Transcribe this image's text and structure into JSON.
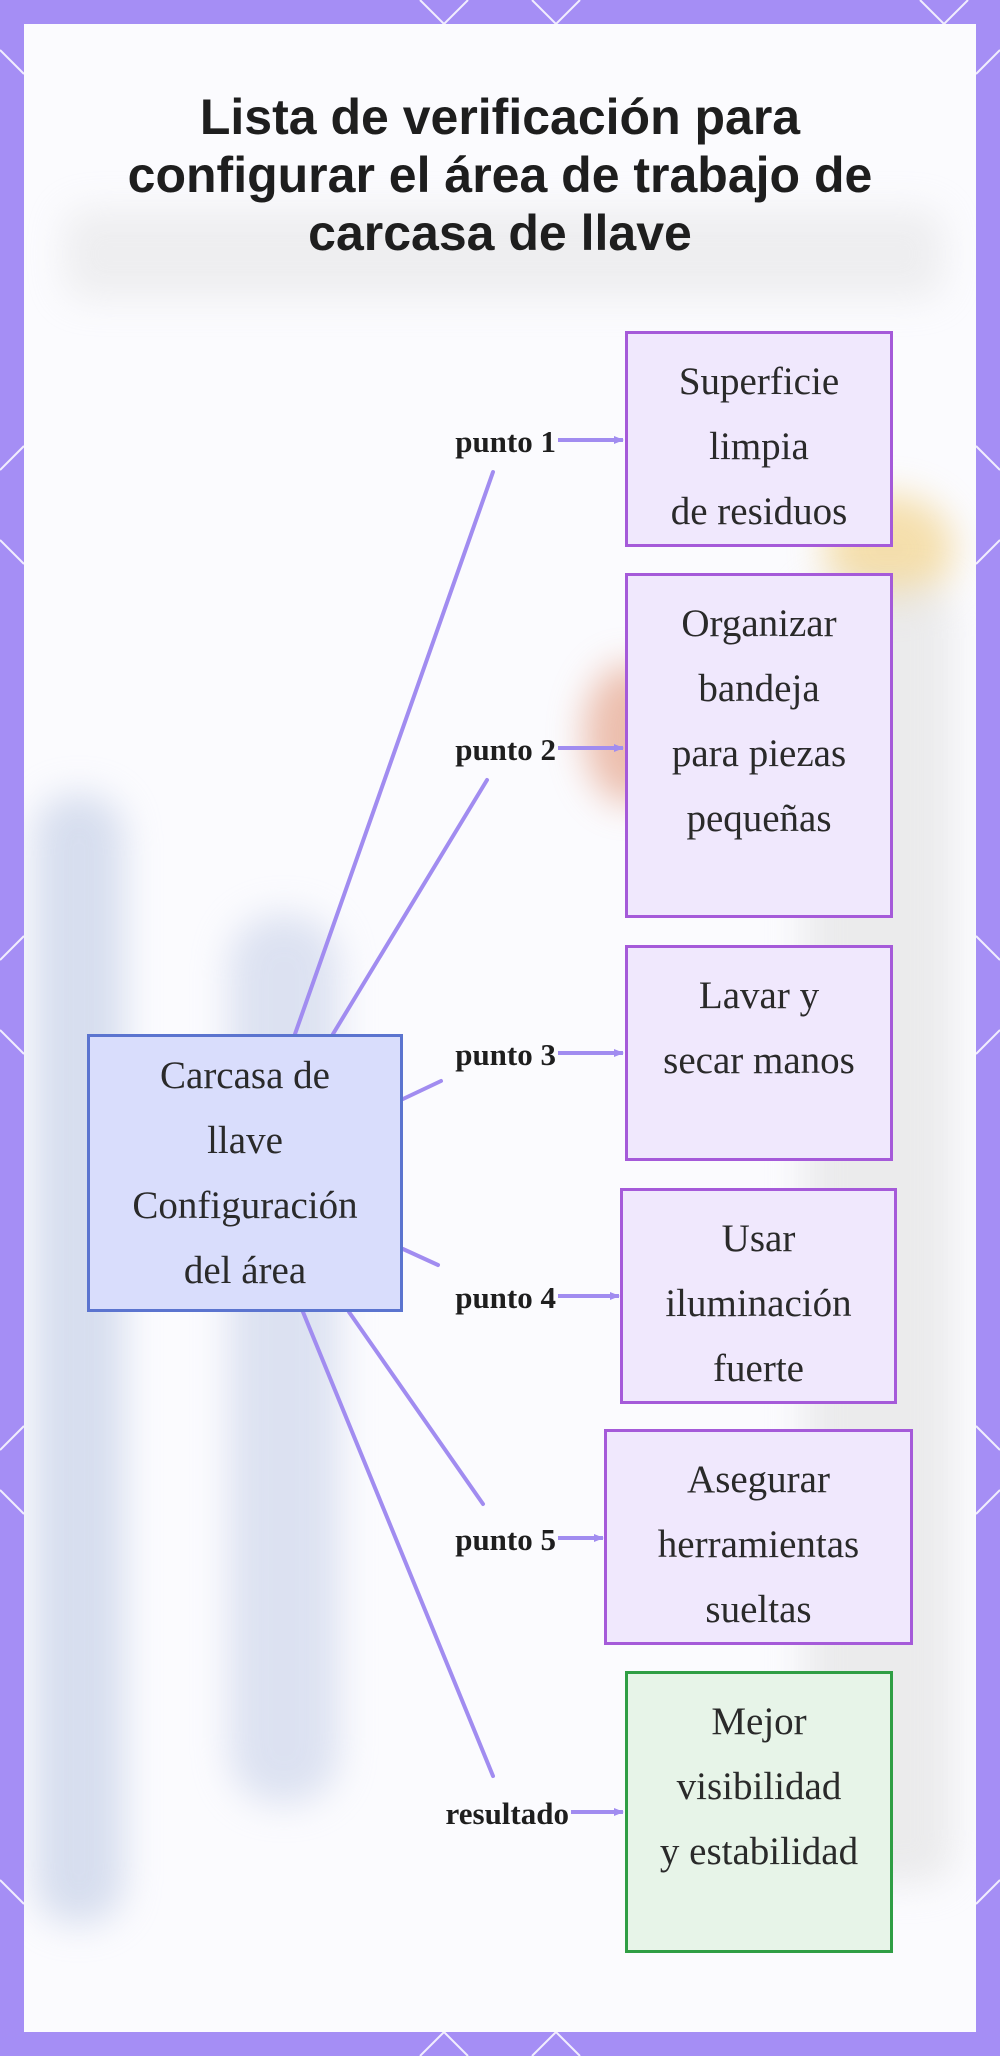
{
  "title": {
    "lines": [
      "Lista de verificación para",
      "configurar el área de trabajo de",
      "carcasa de llave"
    ]
  },
  "center": {
    "lines": [
      "Carcasa de",
      "llave",
      "Configuración",
      "del área"
    ]
  },
  "branches": [
    {
      "label": "punto 1",
      "lines": [
        "Superficie",
        "limpia",
        "de residuos"
      ]
    },
    {
      "label": "punto 2",
      "lines": [
        "Organizar",
        "bandeja",
        "para piezas",
        "pequeñas"
      ]
    },
    {
      "label": "punto 3",
      "lines": [
        "Lavar y",
        "secar manos"
      ]
    },
    {
      "label": "punto 4",
      "lines": [
        "Usar",
        "iluminación",
        "fuerte"
      ]
    },
    {
      "label": "punto 5",
      "lines": [
        "Asegurar",
        "herramientas",
        "sueltas"
      ]
    },
    {
      "label": "resultado",
      "lines": [
        "Mejor",
        "visibilidad",
        "y estabilidad"
      ]
    }
  ],
  "colors": {
    "frame": "#a58ef5",
    "line": "#a18cf0",
    "center_fill": "#d9ddfc",
    "center_border": "#5b74cf",
    "item_fill": "#f0e8fd",
    "item_border": "#a55ad9",
    "result_fill": "#e7f4e8",
    "result_border": "#2f9e44"
  }
}
